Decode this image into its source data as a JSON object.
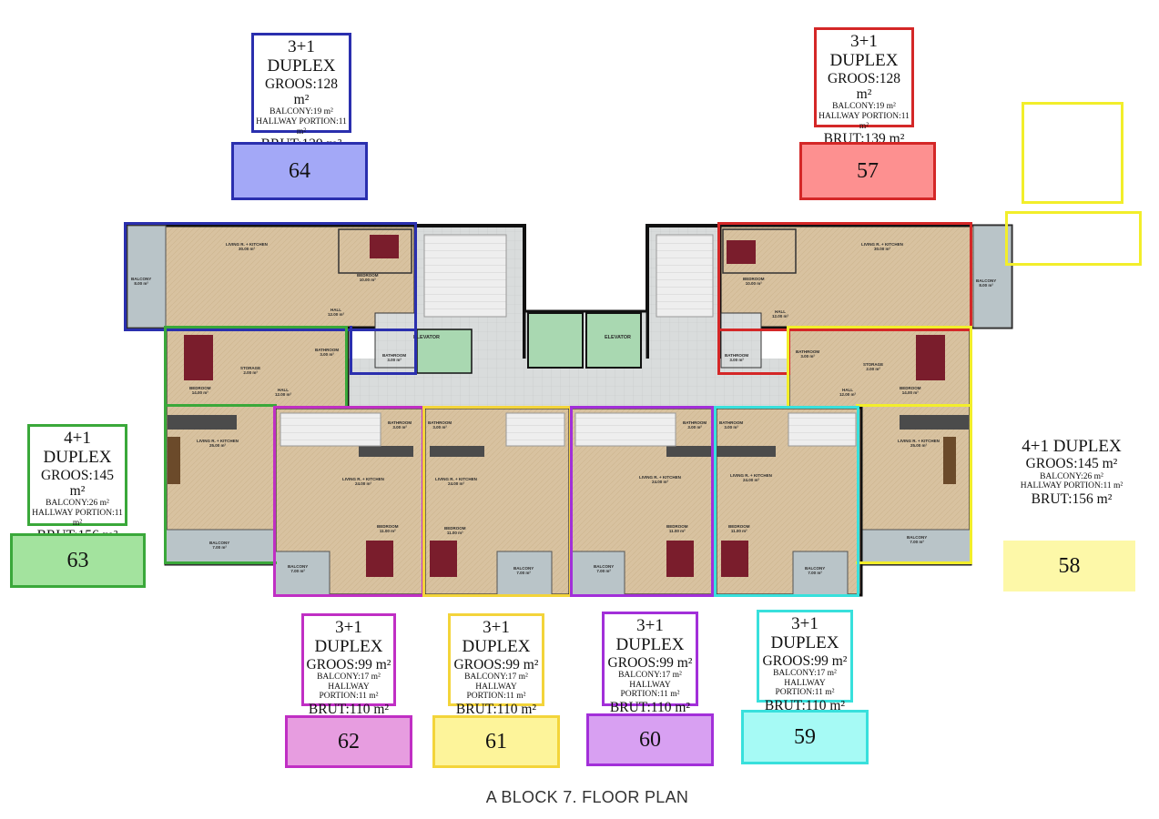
{
  "title": "A BLOCK 7.  FLOOR PLAN",
  "colors": {
    "u64": "#2a2fae",
    "u57": "#d42727",
    "u63": "#3aa83a",
    "u58": "#f2ee2a",
    "u62": "#c02fc4",
    "u61": "#f3d43a",
    "u60": "#a22fd9",
    "u59": "#38e0dc"
  },
  "units": [
    {
      "number": "64",
      "type": "3+1 DUPLEX",
      "gross": "GROOS:128 m²",
      "balcony": "BALCONY:19 m²",
      "hallway": "HALLWAY PORTION:11 m²",
      "brut": "BRUT:139 m²"
    },
    {
      "number": "57",
      "type": "3+1 DUPLEX",
      "gross": "GROOS:128 m²",
      "balcony": "BALCONY:19 m²",
      "hallway": "HALLWAY PORTION:11 m²",
      "brut": "BRUT:139 m²"
    },
    {
      "number": "63",
      "type": "4+1 DUPLEX",
      "gross": "GROOS:145 m²",
      "balcony": "BALCONY:26 m²",
      "hallway": "HALLWAY PORTION:11 m²",
      "brut": "BRUT:156 m²"
    },
    {
      "number": "58",
      "type": "4+1 DUPLEX",
      "gross": "GROOS:145 m²",
      "balcony": "BALCONY:26 m²",
      "hallway": "HALLWAY PORTION:11 m²",
      "brut": "BRUT:156 m²"
    },
    {
      "number": "62",
      "type": "3+1 DUPLEX",
      "gross": "GROOS:99 m²",
      "balcony": "BALCONY:17 m²",
      "hallway": "HALLWAY PORTION:11 m²",
      "brut": "BRUT:110 m²"
    },
    {
      "number": "61",
      "type": "3+1 DUPLEX",
      "gross": "GROOS:99 m²",
      "balcony": "BALCONY:17 m²",
      "hallway": "HALLWAY PORTION:11 m²",
      "brut": "BRUT:110 m²"
    },
    {
      "number": "60",
      "type": "3+1 DUPLEX",
      "gross": "GROOS:99 m²",
      "balcony": "BALCONY:17 m²",
      "hallway": "HALLWAY PORTION:11 m²",
      "brut": "BRUT:110 m²"
    },
    {
      "number": "59",
      "type": "3+1 DUPLEX",
      "gross": "GROOS:99 m²",
      "balcony": "BALCONY:17 m²",
      "hallway": "HALLWAY PORTION:11 m²",
      "brut": "BRUT:110 m²"
    }
  ],
  "plan_labels": {
    "elevator_1": "ELEVATOR",
    "elevator_2": "ELEVATOR",
    "u64": {
      "living": "LIVING R. + KITCHEN",
      "living_area": "30.00 m²",
      "bedroom": "BEDROOM",
      "bedroom_area": "10.00 m²",
      "hall": "HALL",
      "hall_area": "12.00 m²",
      "balcony": "BALCONY",
      "balcony_area": "8.00 m²"
    },
    "u57": {
      "living": "LIVING R. + KITCHEN",
      "living_area": "30.00 m²",
      "bedroom": "BEDROOM",
      "bedroom_area": "10.00 m²",
      "hall": "HALL",
      "hall_area": "12.00 m²",
      "balcony": "BALCONY",
      "balcony_area": "8.00 m²"
    },
    "u63": {
      "bedroom": "BEDROOM",
      "bedroom_area": "14.00 m²",
      "storage": "STORAGE",
      "storage_area": "2.00 m²",
      "hall": "HALL",
      "hall_area": "12.00 m²",
      "bathroom": "BATHROOM",
      "bathroom_area": "3.00 m²",
      "living": "LIVING R. + KITCHEN",
      "living_area": "25.00 m²",
      "balcony": "BALCONY",
      "balcony_area": "7.00 m²"
    },
    "u58": {
      "bedroom": "BEDROOM",
      "bedroom_area": "14.00 m²",
      "storage": "STORAGE",
      "storage_area": "2.00 m²",
      "hall": "HALL",
      "hall_area": "12.00 m²",
      "bathroom": "BATHROOM",
      "bathroom_area": "3.00 m²",
      "living": "LIVING R. + KITCHEN",
      "living_area": "25.00 m²",
      "balcony": "BALCONY",
      "balcony_area": "7.00 m²"
    },
    "u64_bath": {
      "bathroom": "BATHROOM",
      "bathroom_area": "3.00 m²"
    },
    "u57_bath": {
      "bathroom": "BATHROOM",
      "bathroom_area": "3.00 m²"
    },
    "small": {
      "bathroom": "BATHROOM",
      "bathroom_area": "3.00 m²",
      "living": "LIVING R. + KITCHEN",
      "living_area": "24.00 m²",
      "bedroom": "BEDROOM",
      "bedroom_area": "11.00 m²",
      "balcony": "BALCONY",
      "balcony_area": "7.00 m²"
    }
  }
}
